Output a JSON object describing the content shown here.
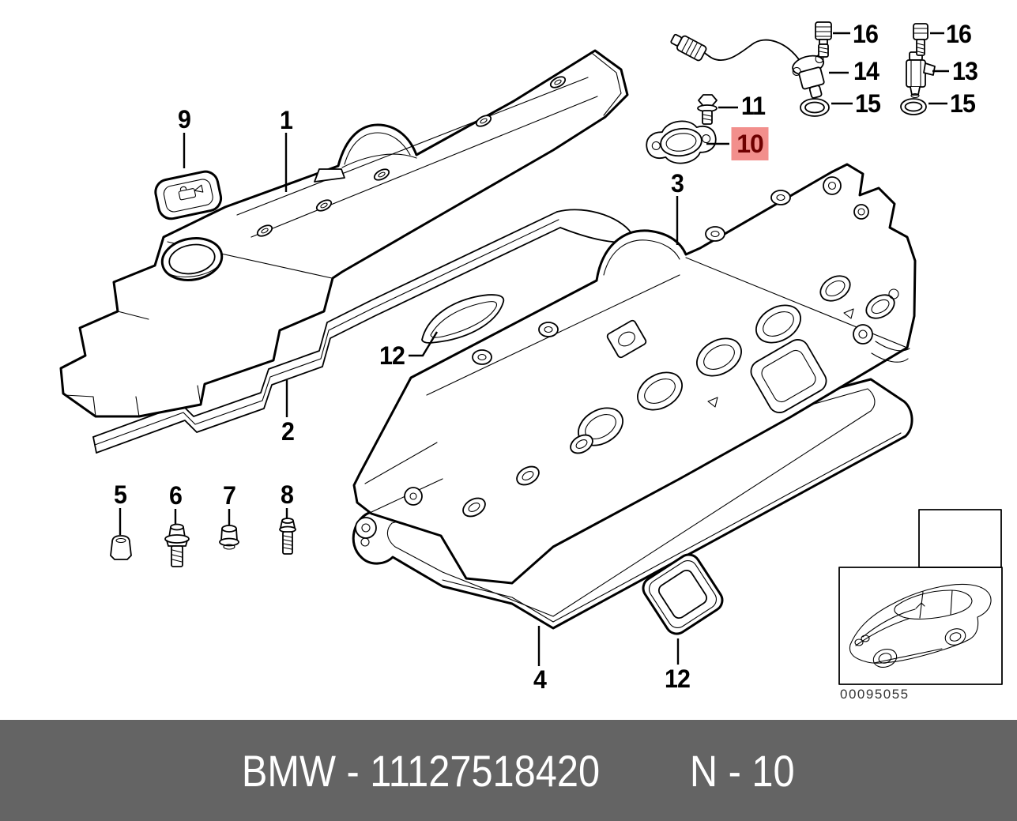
{
  "diagram": {
    "description": "Exploded parts diagram - cylinder head covers",
    "line_color": "#000000",
    "background": "#ffffff",
    "callouts": [
      {
        "label": "1"
      },
      {
        "label": "2"
      },
      {
        "label": "3"
      },
      {
        "label": "4"
      },
      {
        "label": "5"
      },
      {
        "label": "6"
      },
      {
        "label": "7"
      },
      {
        "label": "8"
      },
      {
        "label": "9"
      },
      {
        "label": "10"
      },
      {
        "label": "11"
      },
      {
        "label": "12"
      },
      {
        "label": "12"
      },
      {
        "label": "13"
      },
      {
        "label": "14"
      },
      {
        "label": "15"
      },
      {
        "label": "15"
      },
      {
        "label": "16"
      },
      {
        "label": "16"
      }
    ],
    "highlight": {
      "bg_color": "#f28f8c",
      "text_color": "#6e0000"
    },
    "image_code": "00095055"
  },
  "footer": {
    "part_text": "BMW - 11127518420",
    "sheet_text": "N - 10",
    "bg_color": "#646464",
    "text_color": "#ffffff"
  }
}
